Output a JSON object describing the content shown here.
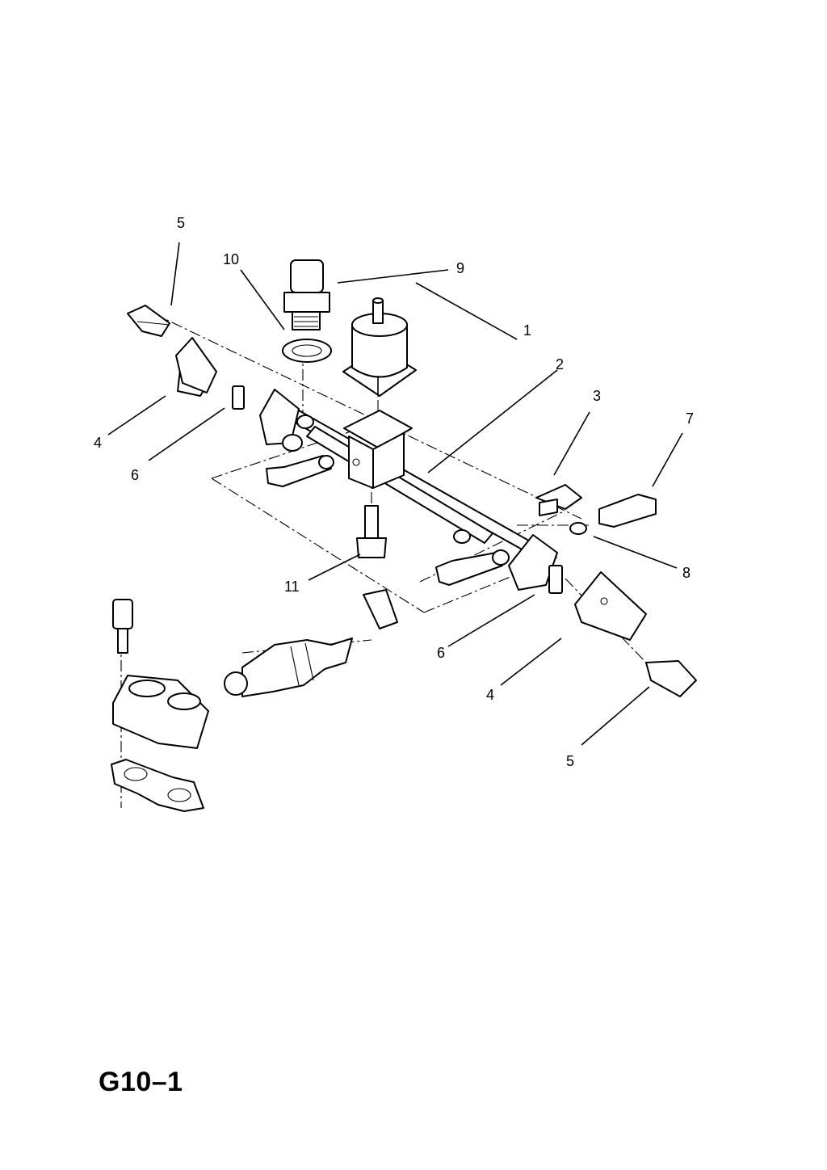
{
  "page_code": "G10–1",
  "callouts": [
    {
      "id": "c1",
      "text": "1"
    },
    {
      "id": "c2",
      "text": "2"
    },
    {
      "id": "c3",
      "text": "3"
    },
    {
      "id": "c4a",
      "text": "4"
    },
    {
      "id": "c4b",
      "text": "4"
    },
    {
      "id": "c5a",
      "text": "5"
    },
    {
      "id": "c5b",
      "text": "5"
    },
    {
      "id": "c6a",
      "text": "6"
    },
    {
      "id": "c6b",
      "text": "6"
    },
    {
      "id": "c7",
      "text": "7"
    },
    {
      "id": "c8",
      "text": "8"
    },
    {
      "id": "c9",
      "text": "9"
    },
    {
      "id": "c10",
      "text": "10"
    },
    {
      "id": "c11",
      "text": "11"
    }
  ]
}
